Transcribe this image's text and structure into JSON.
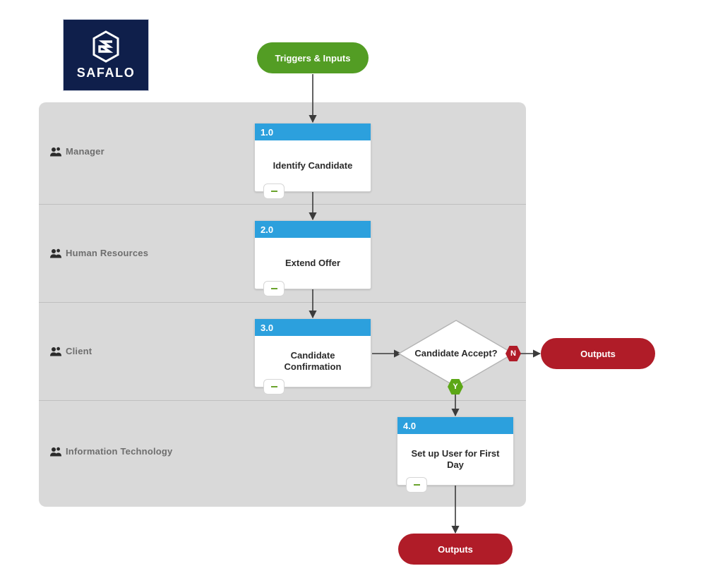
{
  "brand": {
    "name": "SAFALO",
    "logo_icon": "hexagon-s-logo-icon",
    "tile_color": "#0f1f4b"
  },
  "colors": {
    "lane_background": "#d9d9d9",
    "lane_divider": "#bfbfbf",
    "process_header": "#2ca0dd",
    "process_body": "#ffffff",
    "start_terminator": "#539d24",
    "end_terminator": "#b01c28",
    "yes_branch": "#5ca716",
    "no_branch": "#b01c28",
    "connector": "#404040",
    "lane_label_text": "#6e6e6e"
  },
  "diagram": {
    "start": {
      "label": "Triggers & Inputs"
    },
    "lanes": [
      {
        "label": "Manager",
        "icon": "users-icon"
      },
      {
        "label": "Human Resources",
        "icon": "users-icon"
      },
      {
        "label": "Client",
        "icon": "users-icon"
      },
      {
        "label": "Information Technology",
        "icon": "users-icon"
      }
    ],
    "steps": [
      {
        "number": "1.0",
        "title": "Identify Candidate",
        "lane": "Manager",
        "collapse_icon": "minus-icon"
      },
      {
        "number": "2.0",
        "title": "Extend Offer",
        "lane": "Human Resources",
        "collapse_icon": "minus-icon"
      },
      {
        "number": "3.0",
        "title": "Candidate Confirmation",
        "lane": "Client",
        "collapse_icon": "minus-icon"
      },
      {
        "number": "4.0",
        "title": "Set up User for First Day",
        "lane": "Information Technology",
        "collapse_icon": "minus-icon"
      }
    ],
    "decision": {
      "question": "Candidate Accept?",
      "lane": "Client",
      "no_label": "N",
      "yes_label": "Y"
    },
    "outputs": [
      {
        "label": "Outputs",
        "from": "decision-no"
      },
      {
        "label": "Outputs",
        "from": "step-4.0"
      }
    ]
  }
}
